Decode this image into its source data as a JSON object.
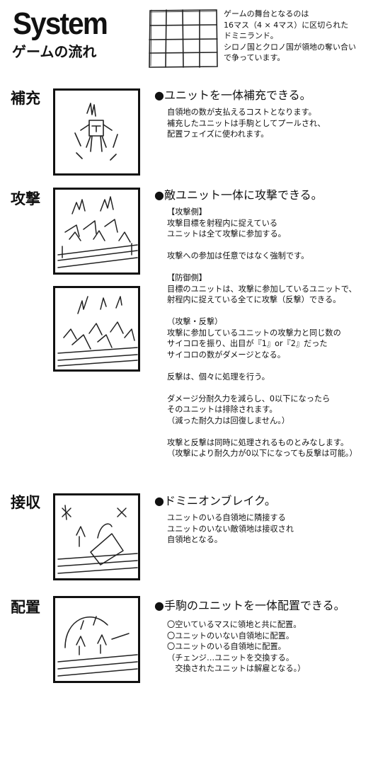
{
  "header": {
    "title": "System",
    "subtitle": "ゲームの流れ",
    "intro": "ゲームの舞台となるのは\n16マス（4 × 4マス）に区切られた\nドミニランド。\nシロノ国とクロノ国が領地の奪い合い\nで争っています。"
  },
  "sections": {
    "supply": {
      "label": "補充",
      "heading": "●ユニットを一体補充できる。",
      "body": "自領地の数が支払えるコストとなります。\n補充したユニットは手駒としてプールされ、\n配置フェイズに使われます。"
    },
    "attack": {
      "label": "攻撃",
      "heading": "●敵ユニット一体に攻撃できる。",
      "body": "【攻撃側】\n攻撃目標を射程内に捉えている\nユニットは全て攻撃に参加する。\n\n攻撃への参加は任意ではなく強制です。\n\n【防御側】\n目標のユニットは、攻撃に参加しているユニットで、\n射程内に捉えている全てに攻撃（反撃）できる。\n\n（攻撃・反撃）\n攻撃に参加しているユニットの攻撃力と同じ数の\nサイコロを振り、出目が『1』or『2』だった\nサイコロの数がダメージとなる。\n\n反撃は、個々に処理を行う。\n\nダメージ分耐久力を減らし、0以下になったら\nそのユニットは排除されます。\n（減った耐久力は回復しません。）\n\n攻撃と反撃は同時に処理されるものとみなします。\n（攻撃により耐久力が0以下になっても反撃は可能。）"
    },
    "capture": {
      "label": "接収",
      "heading": "●ドミニオンブレイク。",
      "body": "ユニットのいる自領地に隣接する\nユニットのいない敵領地は接収され\n自領地となる。"
    },
    "deploy": {
      "label": "配置",
      "heading": "●手駒のユニットを一体配置できる。",
      "body": "〇空いているマスに領地と共に配置。\n〇ユニットのいない自領地に配置。\n〇ユニットのいる自領地に配置。\n（チェンジ…ユニットを交換する。\n　交換されたユニットは解雇となる。）"
    }
  }
}
